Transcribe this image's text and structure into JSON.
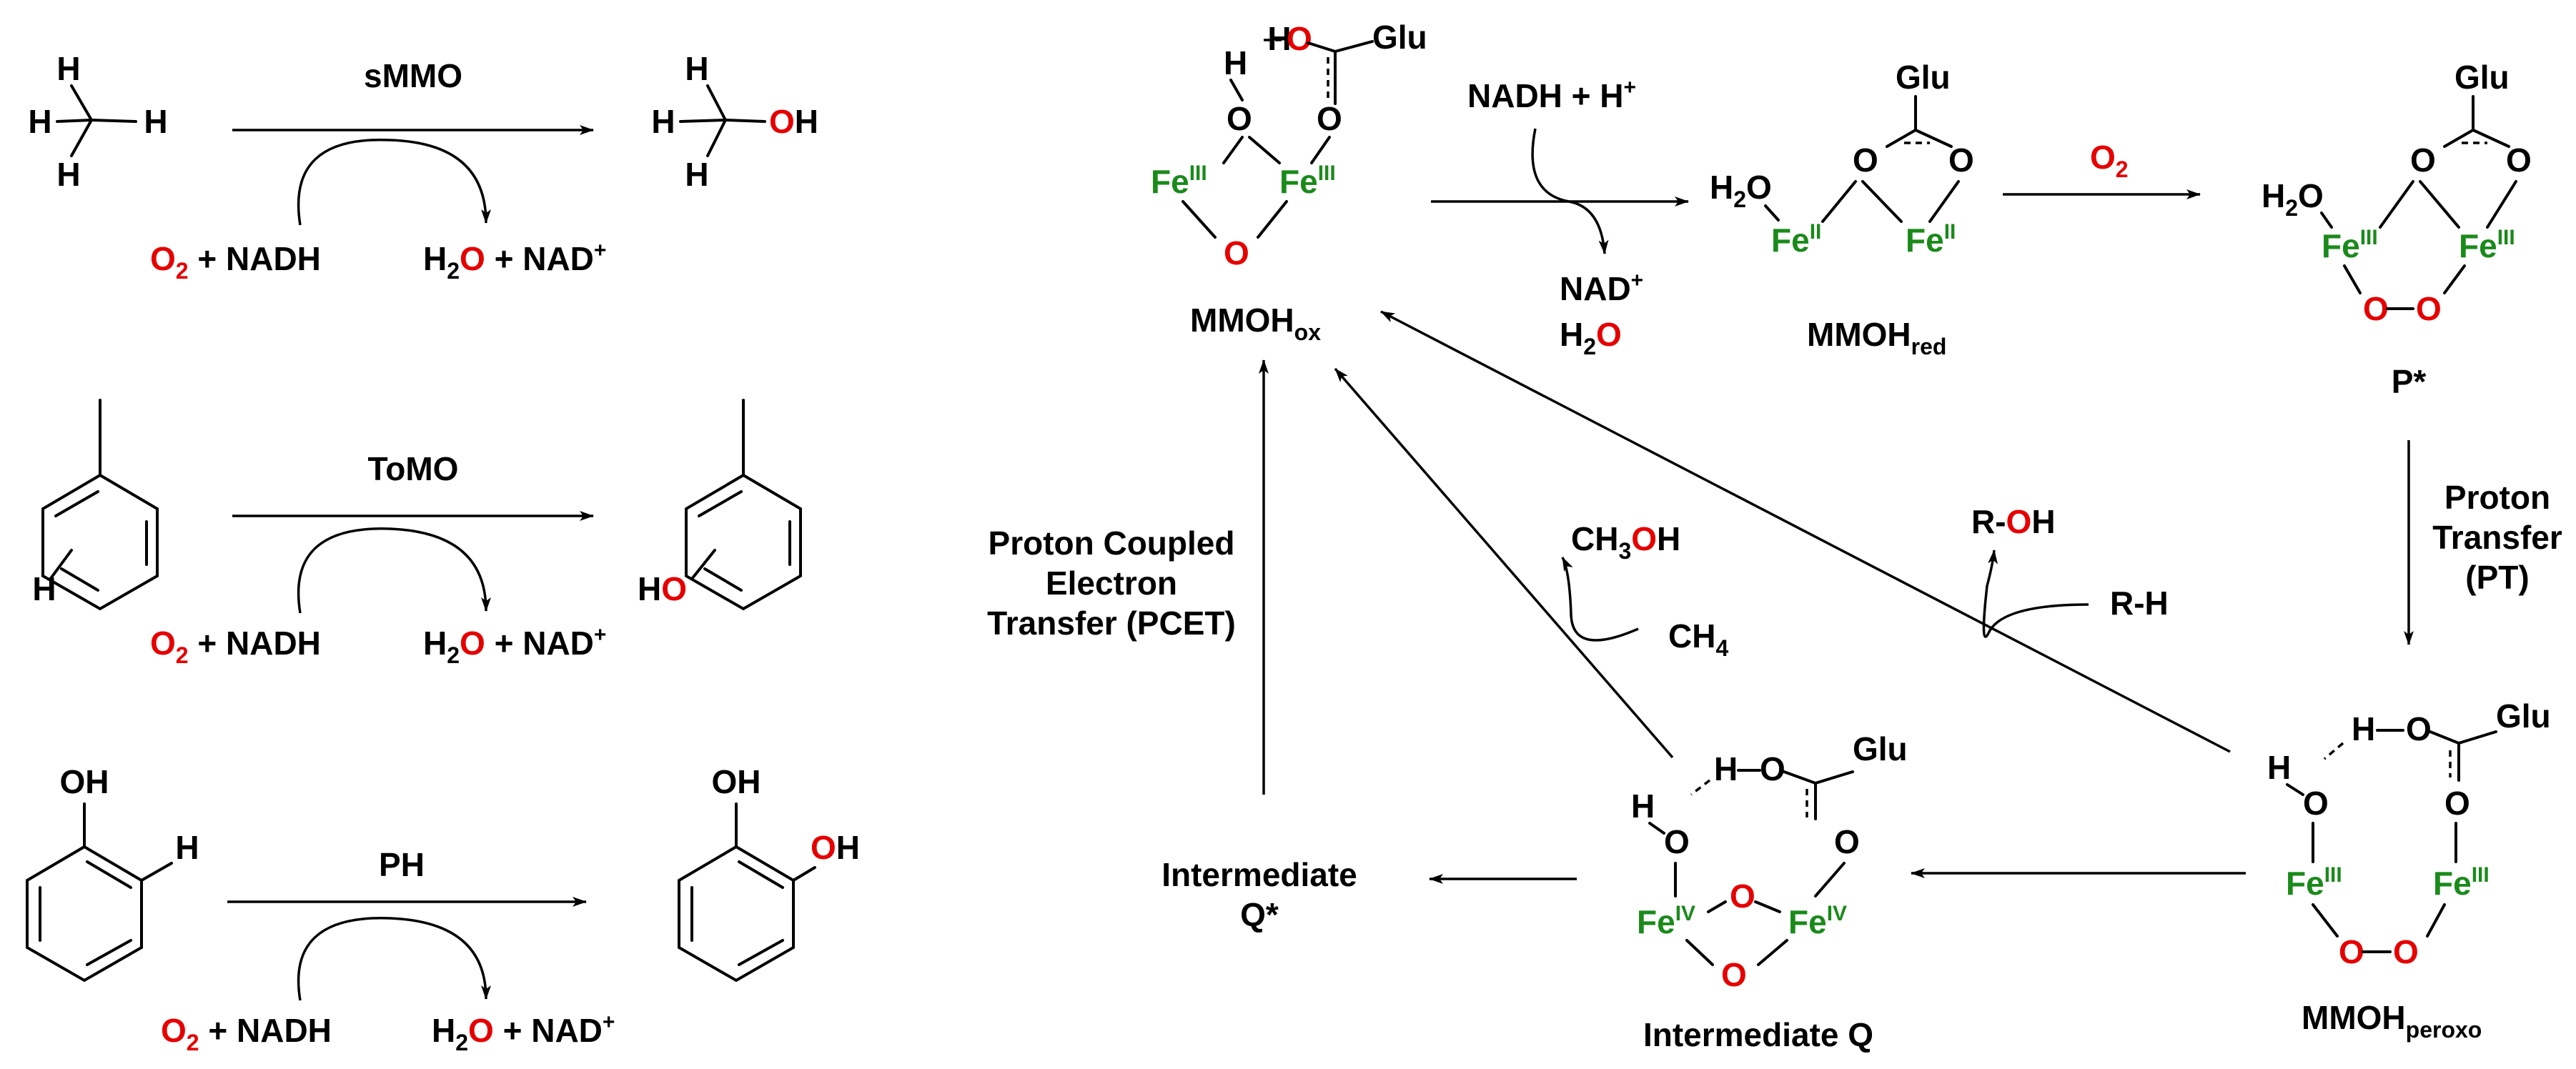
{
  "reactions": [
    {
      "enzyme": "sMMO",
      "reactant_atoms": [
        "H",
        "H",
        "H",
        "H"
      ],
      "product_atoms": [
        "H",
        "H",
        "H",
        "O",
        "H"
      ],
      "cosubstrate": {
        "o": "O",
        "sub": "2",
        "rest": " + NADH"
      },
      "coproduct": {
        "h": "H",
        "sub": "2",
        "o": "O",
        "rest": " + NAD",
        "sup": "+"
      }
    },
    {
      "enzyme": "ToMO",
      "reactant_atoms": [
        "H"
      ],
      "product_atoms": [
        "H",
        "O"
      ],
      "cosubstrate": {
        "o": "O",
        "sub": "2",
        "rest": " + NADH"
      },
      "coproduct": {
        "h": "H",
        "sub": "2",
        "o": "O",
        "rest": " + NAD",
        "sup": "+"
      }
    },
    {
      "enzyme": "PH",
      "reactant_atoms": [
        "OH",
        "H"
      ],
      "product_atoms": [
        "OH",
        "O",
        "H"
      ],
      "cosubstrate": {
        "o": "O",
        "sub": "2",
        "rest": " + NADH"
      },
      "coproduct": {
        "h": "H",
        "sub": "2",
        "o": "O",
        "rest": " + NAD",
        "sup": "+"
      }
    }
  ],
  "cycle": {
    "atoms": {
      "H": "H",
      "O": "O",
      "Fe": "Fe",
      "Glu": "Glu",
      "OH": "OH"
    },
    "oxidation_states": {
      "two": "II",
      "three": "III",
      "four": "IV"
    },
    "mmoh_ox": {
      "base": "MMOH",
      "sub": "ox"
    },
    "mmoh_red": {
      "base": "MMOH",
      "sub": "red"
    },
    "p_star": "P*",
    "mmoh_peroxo": {
      "base": "MMOH",
      "sub": "peroxo"
    },
    "intermediate_q": "Intermediate Q",
    "intermediate_q_star": [
      "Intermediate",
      "Q*"
    ],
    "step_reduction": {
      "reagent_base": "NADH + H",
      "reagent_sup": "+",
      "prod1_base": "NAD",
      "prod1_sup": "+",
      "prod2_h": "H",
      "prod2_sub": "2",
      "prod2_o": "O"
    },
    "step_o2": {
      "o": "O",
      "sub": "2"
    },
    "step_pt": [
      "Proton",
      "Transfer",
      "(PT)"
    ],
    "step_pcet": [
      "Proton Coupled",
      "Electron",
      "Transfer (PCET)"
    ],
    "methane": {
      "product_c": "CH",
      "product_sub": "3",
      "product_o": "O",
      "product_h": "H",
      "substrate": "CH",
      "substrate_sub": "4"
    },
    "substrate_rh": {
      "product_r": "R-",
      "product_o": "O",
      "product_h": "H",
      "substrate": "R-H"
    }
  }
}
